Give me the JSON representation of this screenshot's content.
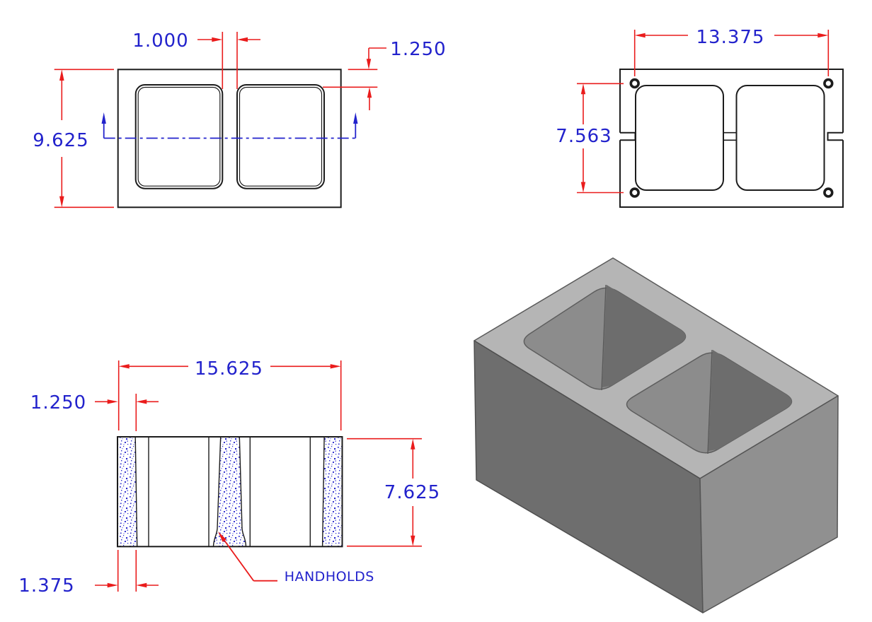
{
  "drawing_title": "Cinder block multi-view engineering drawing",
  "palette": {
    "dimension_red": "#ea1c1c",
    "annotation_blue": "#2222cc",
    "edge_black": "#1c1c1c",
    "iso_top_gray": "#b5b5b5",
    "iso_left_gray": "#6e6e6e",
    "iso_right_gray": "#909090"
  },
  "views": {
    "section_top": {
      "dim_height": "9.625",
      "dim_web": "1.000",
      "dim_shell": "1.250"
    },
    "bottom": {
      "dim_width": "13.375",
      "dim_height": "7.563"
    },
    "front_section": {
      "dim_width": "15.625",
      "dim_shell_top": "1.250",
      "dim_height": "7.625",
      "dim_shell_bottom": "1.375",
      "callout": "HANDHOLDS"
    }
  }
}
